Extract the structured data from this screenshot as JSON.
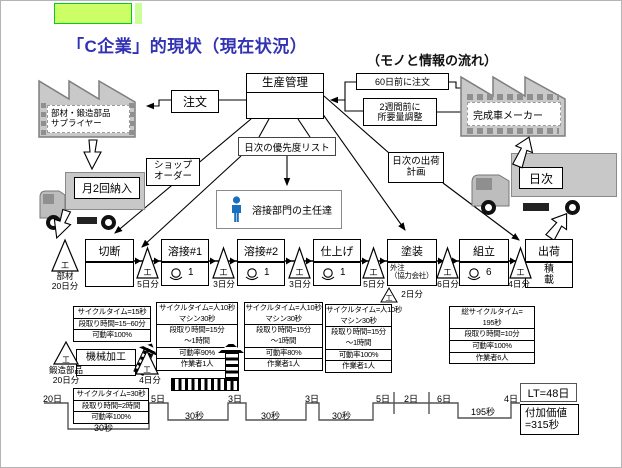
{
  "title": "「C企業」的現状（現在状況）",
  "subtitle": "（モノと情報の流れ）",
  "info": {
    "production_control": "生産管理",
    "order": "注文",
    "order_60": "60日前に注文",
    "adjust_2w": "2週間前に\n所要量調整",
    "priority_list": "日次の優先度リスト",
    "shop_order": "ショップ\nオーダー",
    "ship_plan": "日次の出荷\n計画",
    "welding_chiefs": "溶接部門の主任達"
  },
  "partners": {
    "left_factory": "部材・鍛造部品\nサプライヤー",
    "right_factory": "完成車メーカー",
    "left_truck": "月2回納入",
    "right_truck": "日次"
  },
  "processes": [
    {
      "name": "切断",
      "operators": ""
    },
    {
      "name": "溶接#1",
      "operators": "1"
    },
    {
      "name": "溶接#2",
      "operators": "1"
    },
    {
      "name": "仕上げ",
      "operators": "1"
    },
    {
      "name": "塗装",
      "note": "外注\n（協力会社）"
    },
    {
      "name": "組立",
      "operators": "6"
    },
    {
      "name": "出荷",
      "note": "積\n載"
    }
  ],
  "inventory": {
    "mark": "工",
    "buzai": "部材\n20日分",
    "t1": "5日分",
    "t2": "3日分",
    "t3": "3日分",
    "t4": "5日分",
    "t5": "6日分",
    "t6": "4日分",
    "paint_sub": "2日分",
    "tanzo": "鍛造部品\n20日分",
    "machining": "機械加工",
    "machining_inv": "4日分"
  },
  "databoxes": {
    "cut": [
      "サイクルタイム=15秒",
      "段取り時間=15~60分",
      "可動率100%"
    ],
    "weld1": [
      "サイクルタイム=人10秒\nマシン30秒",
      "段取り時間=15分\n～1時間",
      "可動率90%",
      "作業者1人"
    ],
    "weld2": [
      "サイクルタイム=人10秒\nマシン30秒",
      "段取り時間=15分\n～1時間",
      "可動率80%",
      "作業者1人"
    ],
    "finish": [
      "サイクルタイム=人10秒\nマシン30秒",
      "段取り時間=15分\n～1時間",
      "可動率100%",
      "作業者1人"
    ],
    "assembly": [
      "総サイクルタイム=\n195秒",
      "段取り時間=10分",
      "可動率100%",
      "作業者6人"
    ],
    "machining": [
      "サイクルタイム=30秒",
      "段取り時間=2時間",
      "可動率100%"
    ]
  },
  "timeline": {
    "upper": [
      "20日",
      "5日",
      "3日",
      "3日",
      "5日",
      "2日",
      "6日",
      "4日"
    ],
    "lower": [
      "30秒",
      "30秒",
      "30秒",
      "30秒",
      "195秒"
    ],
    "lead_time": "LT=48日",
    "value_added": "付加価値\n=315秒"
  }
}
